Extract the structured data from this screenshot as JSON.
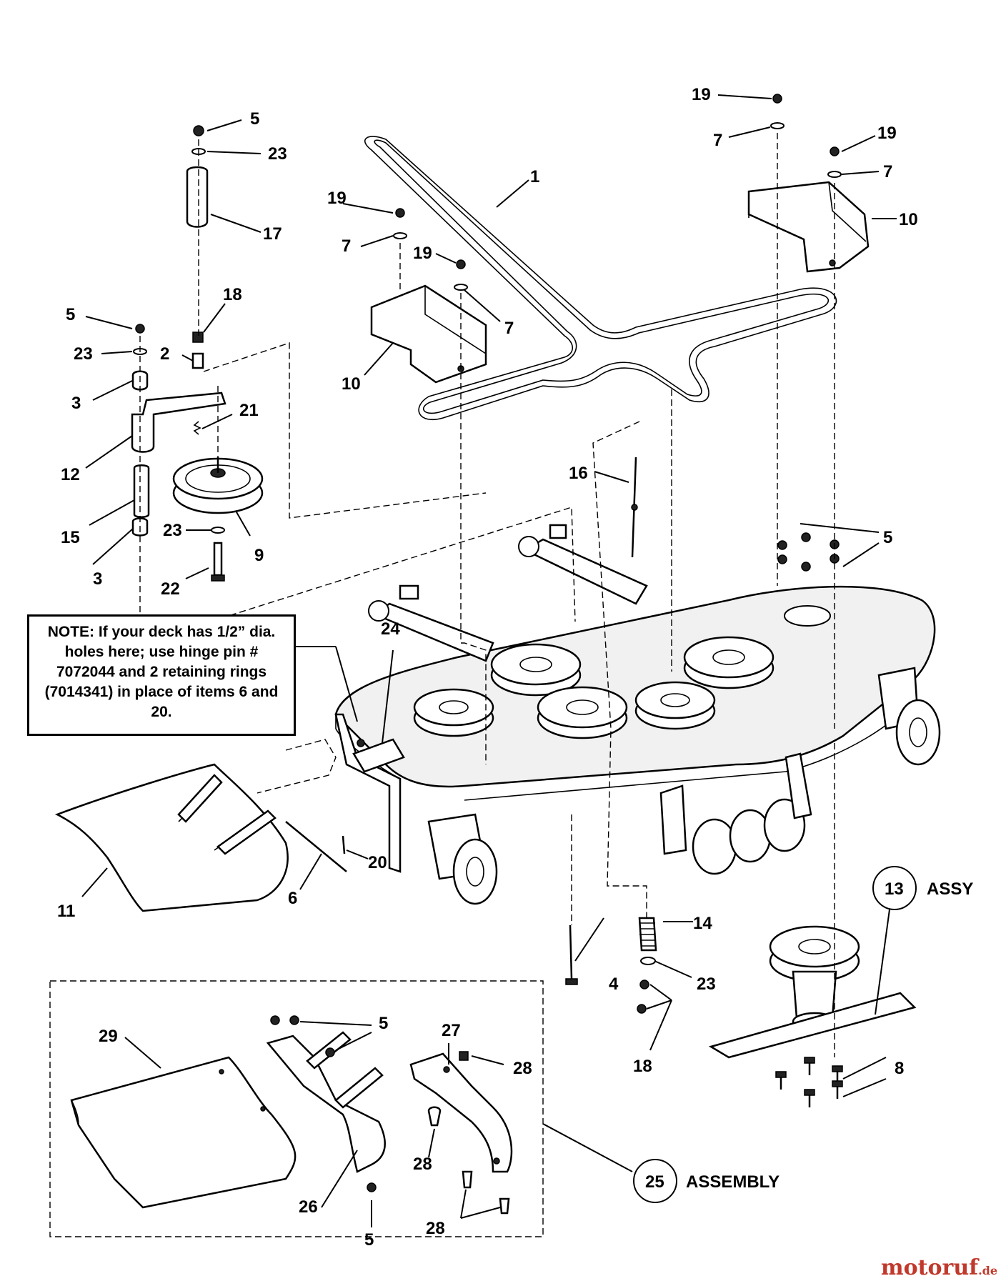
{
  "note": {
    "label": "NOTE:",
    "text": "If your deck has 1/2” dia. holes here; use hinge pin # 7072044 and 2 retaining rings (7014341) in place of items 6 and 20."
  },
  "callouts": {
    "belt": "1",
    "bushing": "2",
    "spacer_top": "3",
    "spacer_bottom": "3",
    "bolt": "4",
    "nut_top": "5",
    "nut_arm": "5",
    "nuts_deck": "5",
    "nuts_chute_bracket": "5",
    "nut_chute_bottom": "5",
    "hinge_pin": "6",
    "washer_shield_left": "7",
    "washer_shield_left_b": "7",
    "washer_shield_right_top": "7",
    "washer_shield_right": "7",
    "blade_bolts": "8",
    "idler_pulley": "9",
    "shield_left": "10",
    "shield_right": "10",
    "discharge_chute": "11",
    "idler_arm": "12",
    "spindle_assy_num": "13",
    "spindle_assy_label": "ASSY",
    "spring": "14",
    "sleeve": "15",
    "spring_rod": "16",
    "cover_tube": "17",
    "nut_18_top": "18",
    "nut_18_bottom": "18",
    "screw_19_right_top": "19",
    "screw_19_right": "19",
    "screw_19_left": "19",
    "screw_19_left_b": "19",
    "retaining_ring": "20",
    "spring_21": "21",
    "bolt_22": "22",
    "washer_23_top": "23",
    "washer_23_arm": "23",
    "washer_23_pulley": "23",
    "washer_23_spring": "23",
    "chute_hinge": "24",
    "mulch_assy_num": "25",
    "mulch_assy_label": "ASSEMBLY",
    "bracket_26": "26",
    "bracket_27": "27",
    "screw_28_a": "28",
    "screw_28_b": "28",
    "screw_28_c": "28",
    "mulch_plate": "29"
  },
  "watermark": {
    "brand": "motoruf",
    "tld": ".de"
  },
  "colors": {
    "line": "#000000",
    "background": "#ffffff",
    "watermark": "#c0392b"
  }
}
